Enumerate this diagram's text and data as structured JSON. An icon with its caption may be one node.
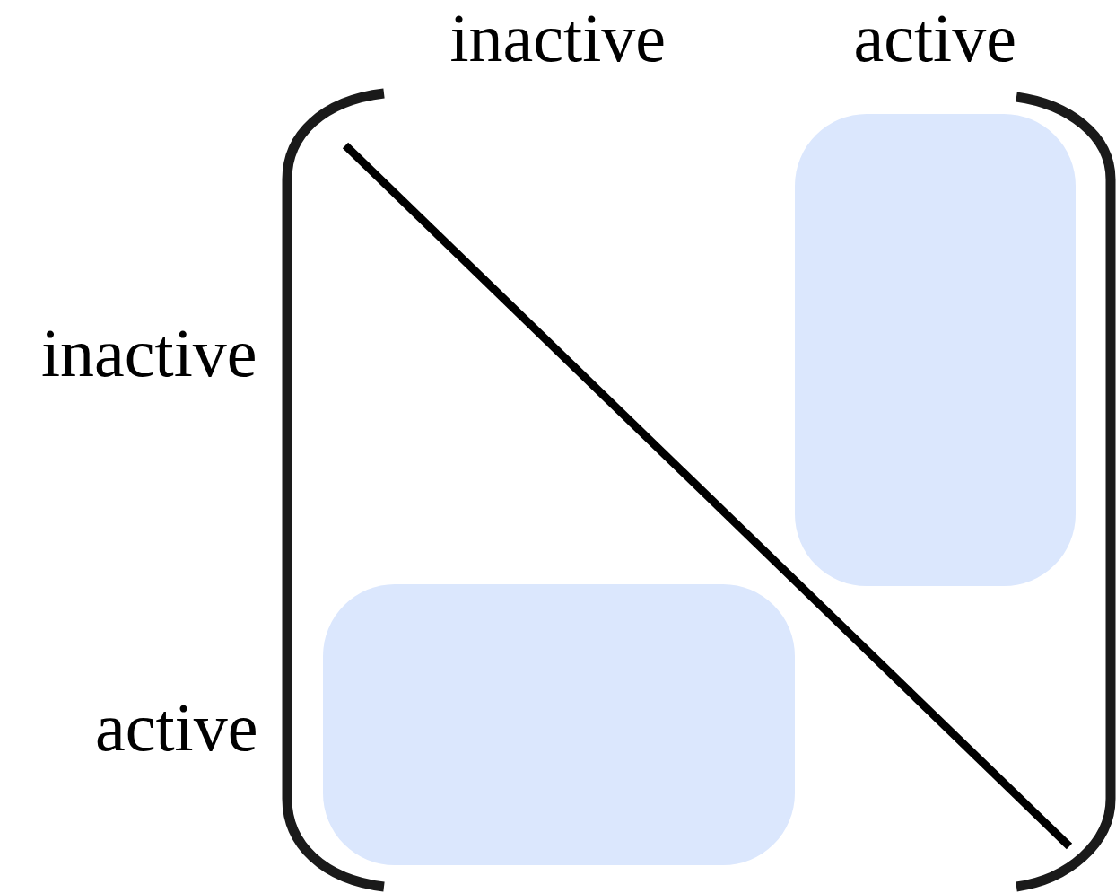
{
  "diagram": {
    "labels": [
      "inactive",
      "active",
      "inactive",
      "active"
    ]
  }
}
